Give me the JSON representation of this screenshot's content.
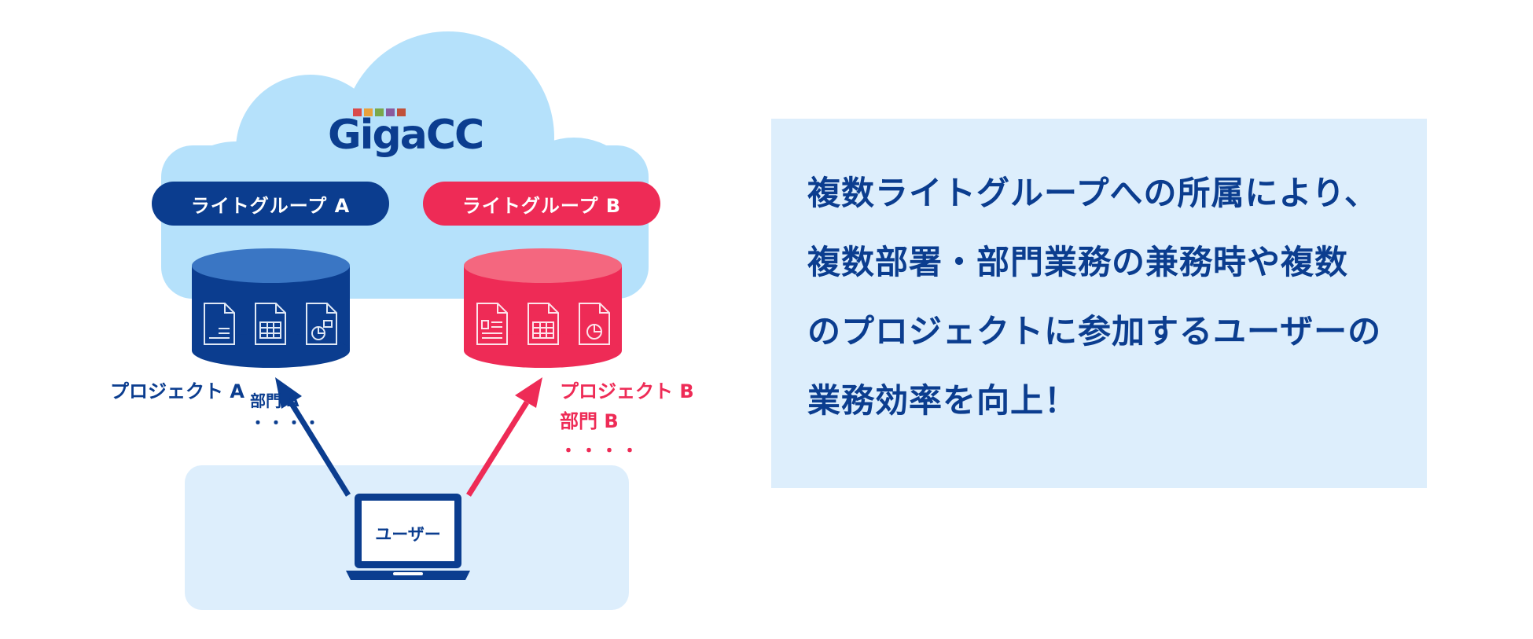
{
  "logo": {
    "text": "GigaCC",
    "dot_colors": [
      "#d94a4a",
      "#e8a13c",
      "#7aa84a",
      "#8a5a9e",
      "#c0513a"
    ]
  },
  "groups": [
    {
      "label": "ライトグループ A",
      "color": "#0b3d8f",
      "top_color": "#3a76c4"
    },
    {
      "label": "ライトグループ B",
      "color": "#ee2b56",
      "top_color": "#f4677f"
    }
  ],
  "project_a": {
    "project": "プロジェクト A",
    "dept": "部門 A",
    "more": "・・・・"
  },
  "project_b": {
    "project": "プロジェクト B",
    "dept": "部門 B",
    "more": "・・・・"
  },
  "user": {
    "label": "ユーザー"
  },
  "panel": {
    "lines": [
      "複数ライトグループへの所属により、",
      "複数部署・部門業務の兼務時や複数",
      "のプロジェクトに参加するユーザーの",
      "業務効率を向上！"
    ]
  },
  "colors": {
    "navy": "#0b3d8f",
    "pink": "#ee2b56",
    "cloud": "#b5e1fb",
    "pale": "#ddeefc"
  }
}
